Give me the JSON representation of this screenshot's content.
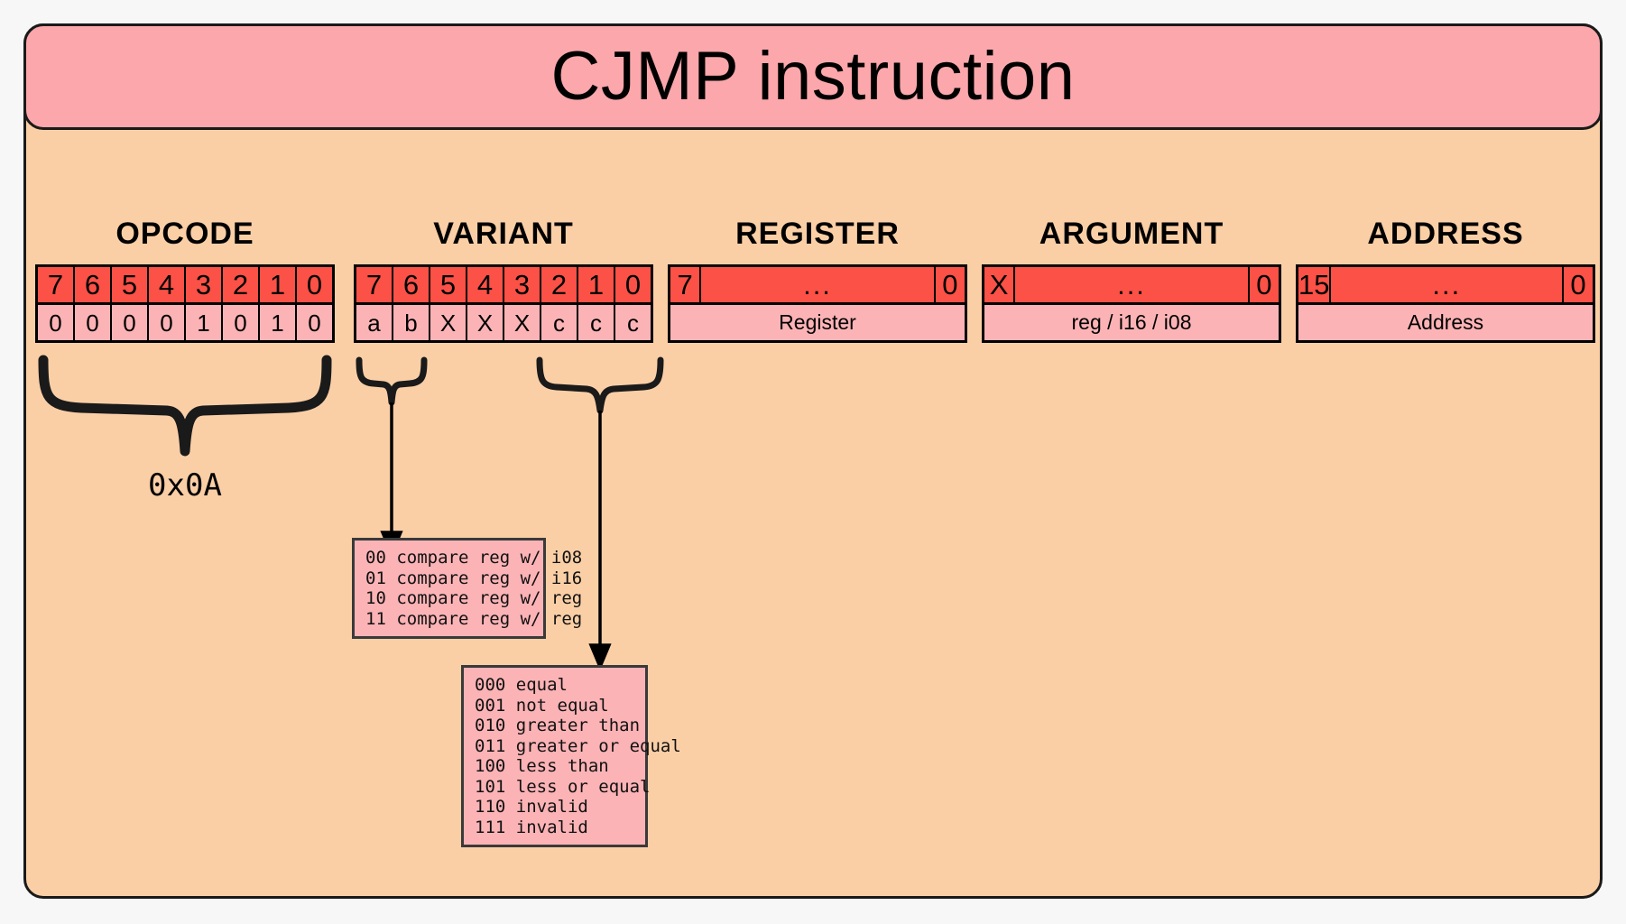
{
  "title": "CJMP instruction",
  "colors": {
    "page_bg": "#f7f7f7",
    "card_bg": "#fbcfa6",
    "title_bg": "#fba7ab",
    "bit_index_bg": "#fb5146",
    "bit_value_bg": "#fbb3b6",
    "border": "#1a1a1a"
  },
  "fields": [
    {
      "name": "opcode",
      "title": "OPCODE",
      "indices": [
        "7",
        "6",
        "5",
        "4",
        "3",
        "2",
        "1",
        "0"
      ],
      "values": [
        "0",
        "0",
        "0",
        "0",
        "1",
        "0",
        "1",
        "0"
      ]
    },
    {
      "name": "variant",
      "title": "VARIANT",
      "indices": [
        "7",
        "6",
        "5",
        "4",
        "3",
        "2",
        "1",
        "0"
      ],
      "values": [
        "a",
        "b",
        "X",
        "X",
        "X",
        "c",
        "c",
        "c"
      ]
    },
    {
      "name": "register",
      "title": "REGISTER",
      "msb": "7",
      "ellipsis": "...",
      "lsb": "0",
      "label": "Register"
    },
    {
      "name": "argument",
      "title": "ARGUMENT",
      "msb": "X",
      "ellipsis": "...",
      "lsb": "0",
      "label": "reg / i16 / i08"
    },
    {
      "name": "address",
      "title": "ADDRESS",
      "msb": "15",
      "ellipsis": "...",
      "lsb": "0",
      "label": "Address"
    }
  ],
  "opcode_brace_label": "0x0A",
  "legends": [
    {
      "name": "variant-ab-legend",
      "lines": [
        "00 compare reg w/ i08",
        "01 compare reg w/ i16",
        "10 compare reg w/ reg",
        "11 compare reg w/ reg"
      ]
    },
    {
      "name": "variant-ccc-legend",
      "lines": [
        "000 equal",
        "001 not equal",
        "010 greater than",
        "011 greater or equal",
        "100 less than",
        "101 less or equal",
        "110 invalid",
        "111 invalid"
      ]
    }
  ]
}
